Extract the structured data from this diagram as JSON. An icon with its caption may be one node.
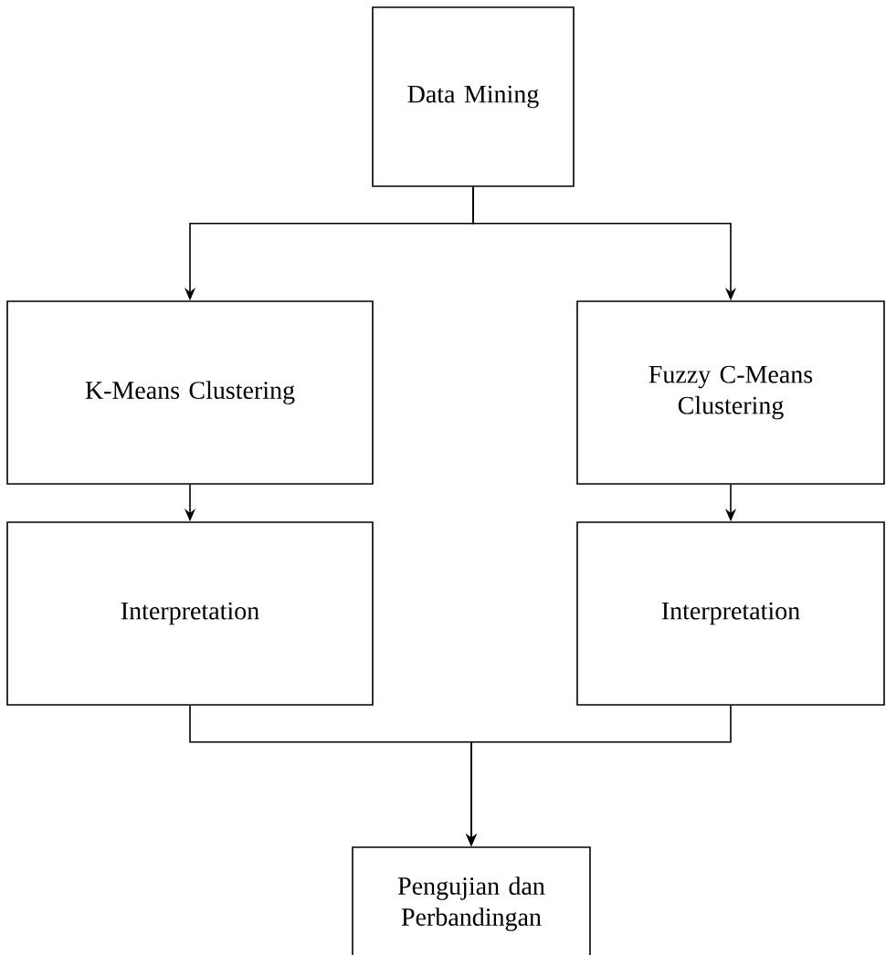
{
  "diagram": {
    "nodes": [
      {
        "text": [
          "Data Mining"
        ]
      },
      {
        "text": [
          "K-Means Clustering"
        ]
      },
      {
        "text": [
          "Fuzzy C-Means Clustering"
        ]
      },
      {
        "text": [
          "Interpretation"
        ]
      },
      {
        "text": [
          "Interpretation"
        ]
      },
      {
        "text": [
          "Pengujian dan Perbandingan"
        ]
      }
    ],
    "edges": [
      {
        "from": 0,
        "to": 1,
        "arrow": "to"
      },
      {
        "from": 0,
        "to": 2,
        "arrow": "to"
      },
      {
        "from": 1,
        "to": 3,
        "arrow": "to"
      },
      {
        "from": 2,
        "to": 4,
        "arrow": "to"
      },
      {
        "from": 3,
        "to": 5,
        "arrow": "to"
      },
      {
        "from": 4,
        "to": 5,
        "arrow": "to"
      }
    ]
  }
}
